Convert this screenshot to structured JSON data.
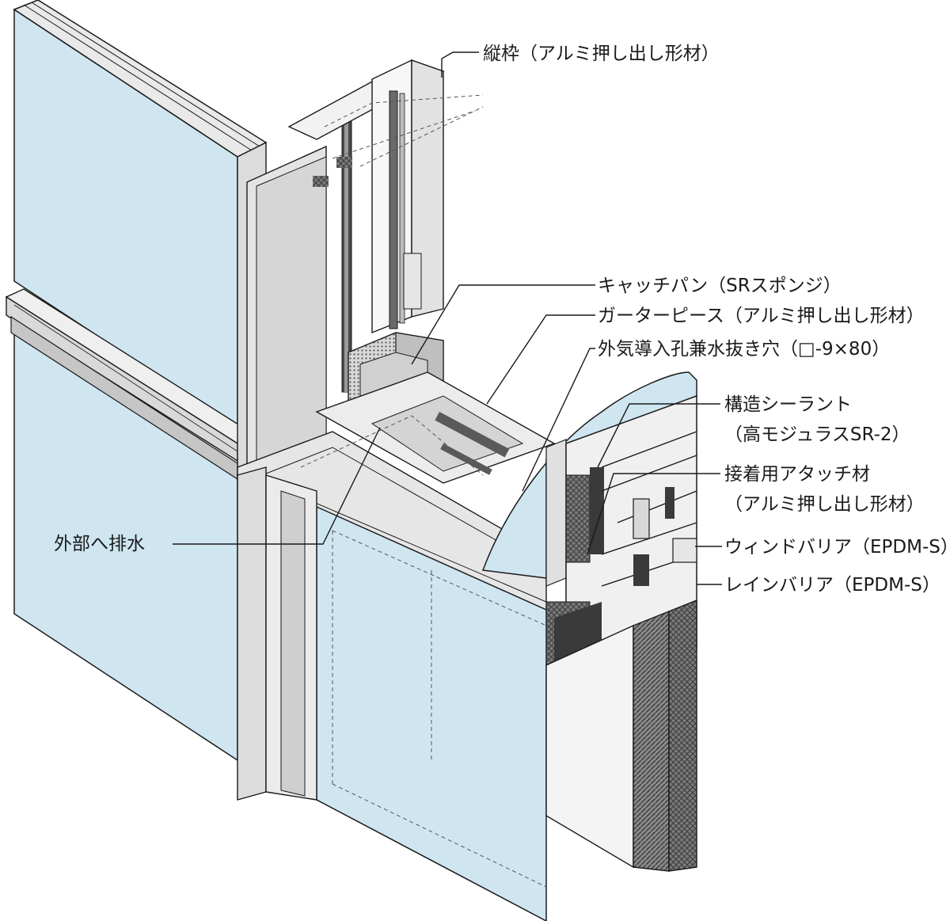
{
  "diagram": {
    "labels": {
      "vertical_frame": "縦枠（アルミ押し出し形材）",
      "catch_pan": "キャッチパン（SRスポンジ）",
      "gutter_piece": "ガーターピース（アルミ押し出し形材）",
      "air_drain_hole": "外気導入孔兼水抜き穴（□-9×80）",
      "structural_sealant_1": "構造シーラント",
      "structural_sealant_2": "（高モジュラスSR-2）",
      "attachment_1": "接着用アタッチ材",
      "attachment_2": "（アルミ押し出し形材）",
      "wind_barrier": "ウィンドバリア（EPDM-S）",
      "rain_barrier": "レインバリア（EPDM-S）",
      "drain_outside": "外部へ排水"
    },
    "colors": {
      "glass": "#cfe6f1",
      "glass_deep": "#b6d8ea",
      "frame_light": "#f2f2f2",
      "frame_mid": "#dcdcdc",
      "frame_dark": "#bdbdbd",
      "sealant": "#4a4a4a",
      "line": "#1a1a1a"
    }
  }
}
